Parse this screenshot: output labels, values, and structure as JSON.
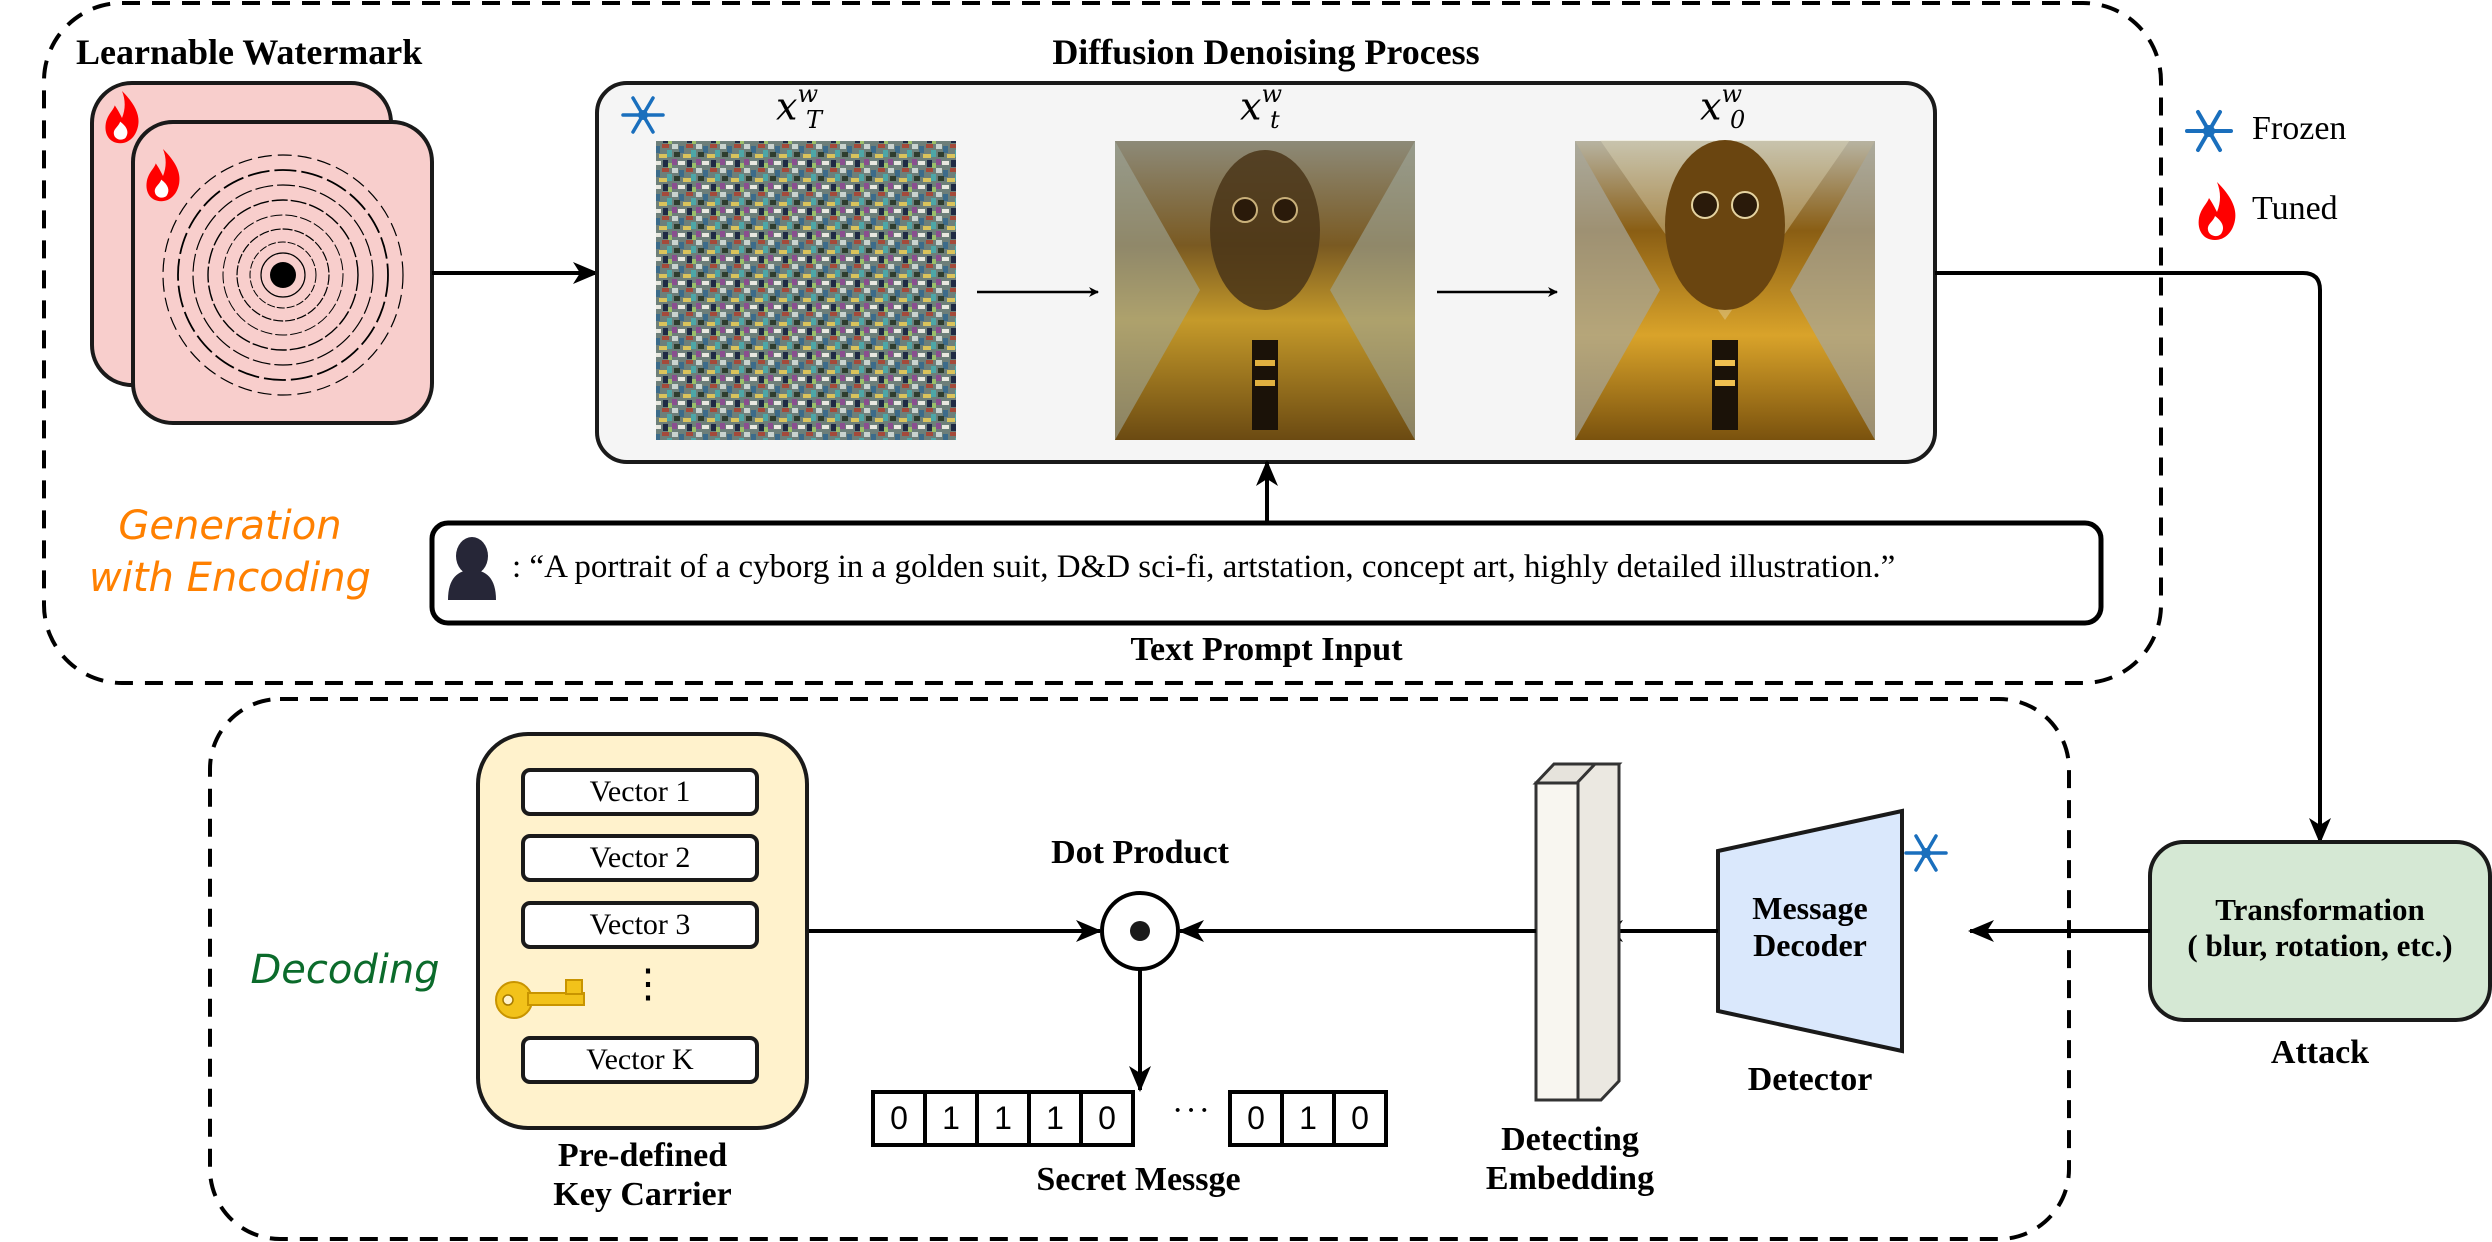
{
  "encoding_section": {
    "caption": [
      "Generation",
      "with Encoding"
    ],
    "caption_color": "#ff8000",
    "watermark": {
      "title": "Learnable Watermark",
      "card_fill": "#f8cecc",
      "status_icon": "fire-icon"
    },
    "diffusion": {
      "title": "Diffusion Denoising Process",
      "status_icon": "snowflake-icon",
      "box_fill": "#f5f5f5",
      "steps": [
        {
          "var": "x",
          "sup": "w",
          "sub": "T",
          "image": "noise-latent"
        },
        {
          "var": "x",
          "sup": "w",
          "sub": "t",
          "image": "partially-denoised-cyborg"
        },
        {
          "var": "x",
          "sup": "w",
          "sub": "0",
          "image": "final-cyborg-image"
        }
      ]
    },
    "prompt": {
      "label": "Text Prompt Input",
      "text": ": “A portrait of a cyborg in a golden suit, D&D sci-fi, artstation, concept art, highly detailed illustration.”",
      "icon": "user-icon"
    }
  },
  "legend": {
    "items": [
      {
        "icon": "snowflake-icon",
        "label": "Frozen",
        "color": "#1a6fbd"
      },
      {
        "icon": "fire-icon",
        "label": "Tuned",
        "color": "#ff0000"
      }
    ]
  },
  "attack": {
    "box_lines": [
      "Transformation",
      "( blur, rotation, etc.)"
    ],
    "label": "Attack",
    "fill": "#d5e8d4"
  },
  "decoding_section": {
    "caption": "Decoding",
    "caption_color": "#0b6b2b",
    "detector": {
      "box_lines": [
        "Message",
        "Decoder"
      ],
      "label": "Detector",
      "fill": "#dae8fc",
      "status_icon": "snowflake-icon"
    },
    "embedding": {
      "label_lines": [
        "Detecting",
        "Embedding"
      ]
    },
    "dot_product": {
      "label": "Dot Product",
      "symbol": "⊙"
    },
    "key_carrier": {
      "label_lines": [
        "Pre-defined",
        "Key Carrier"
      ],
      "fill": "#fff2cc",
      "vectors": [
        "Vector 1",
        "Vector 2",
        "Vector 3",
        "Vector K"
      ],
      "ellipsis": "⋮",
      "icon": "key-icon"
    },
    "secret_message": {
      "label": "Secret Messge",
      "bits_head": [
        "0",
        "1",
        "1",
        "1",
        "0"
      ],
      "ellipsis": "···",
      "bits_tail": [
        "0",
        "1",
        "0"
      ]
    }
  }
}
